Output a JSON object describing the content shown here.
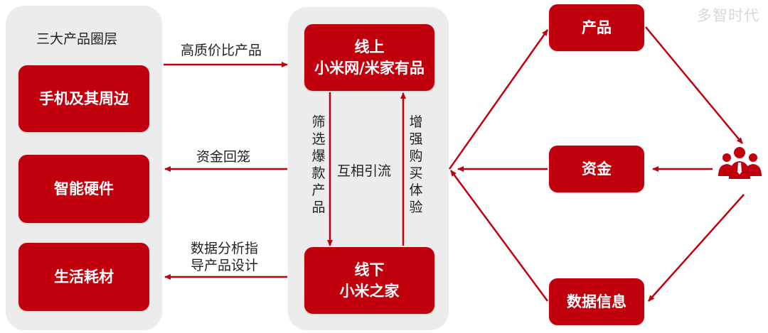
{
  "left_panel": {
    "title": "三大产品圈层",
    "items": [
      "手机及其周边",
      "智能硬件",
      "生活耗材"
    ]
  },
  "flows_left": {
    "top": "高质价比产品",
    "middle": "资金回笼",
    "bottom_line1": "数据分析指",
    "bottom_line2": "导产品设计"
  },
  "center_panel": {
    "online_line1": "线上",
    "online_line2": "小米网/米家有品",
    "offline_line1": "线下",
    "offline_line2": "小米之家",
    "down_label": "筛选爆款产品",
    "up_label": "增强购买体验",
    "mutual_label": "互相引流"
  },
  "right_nodes": {
    "product": "产品",
    "funds": "资金",
    "data_info": "数据信息"
  },
  "users_icon": "users-group-icon",
  "watermark": "多智时代",
  "colors": {
    "accent": "#c0000d",
    "panel": "#ececec"
  }
}
